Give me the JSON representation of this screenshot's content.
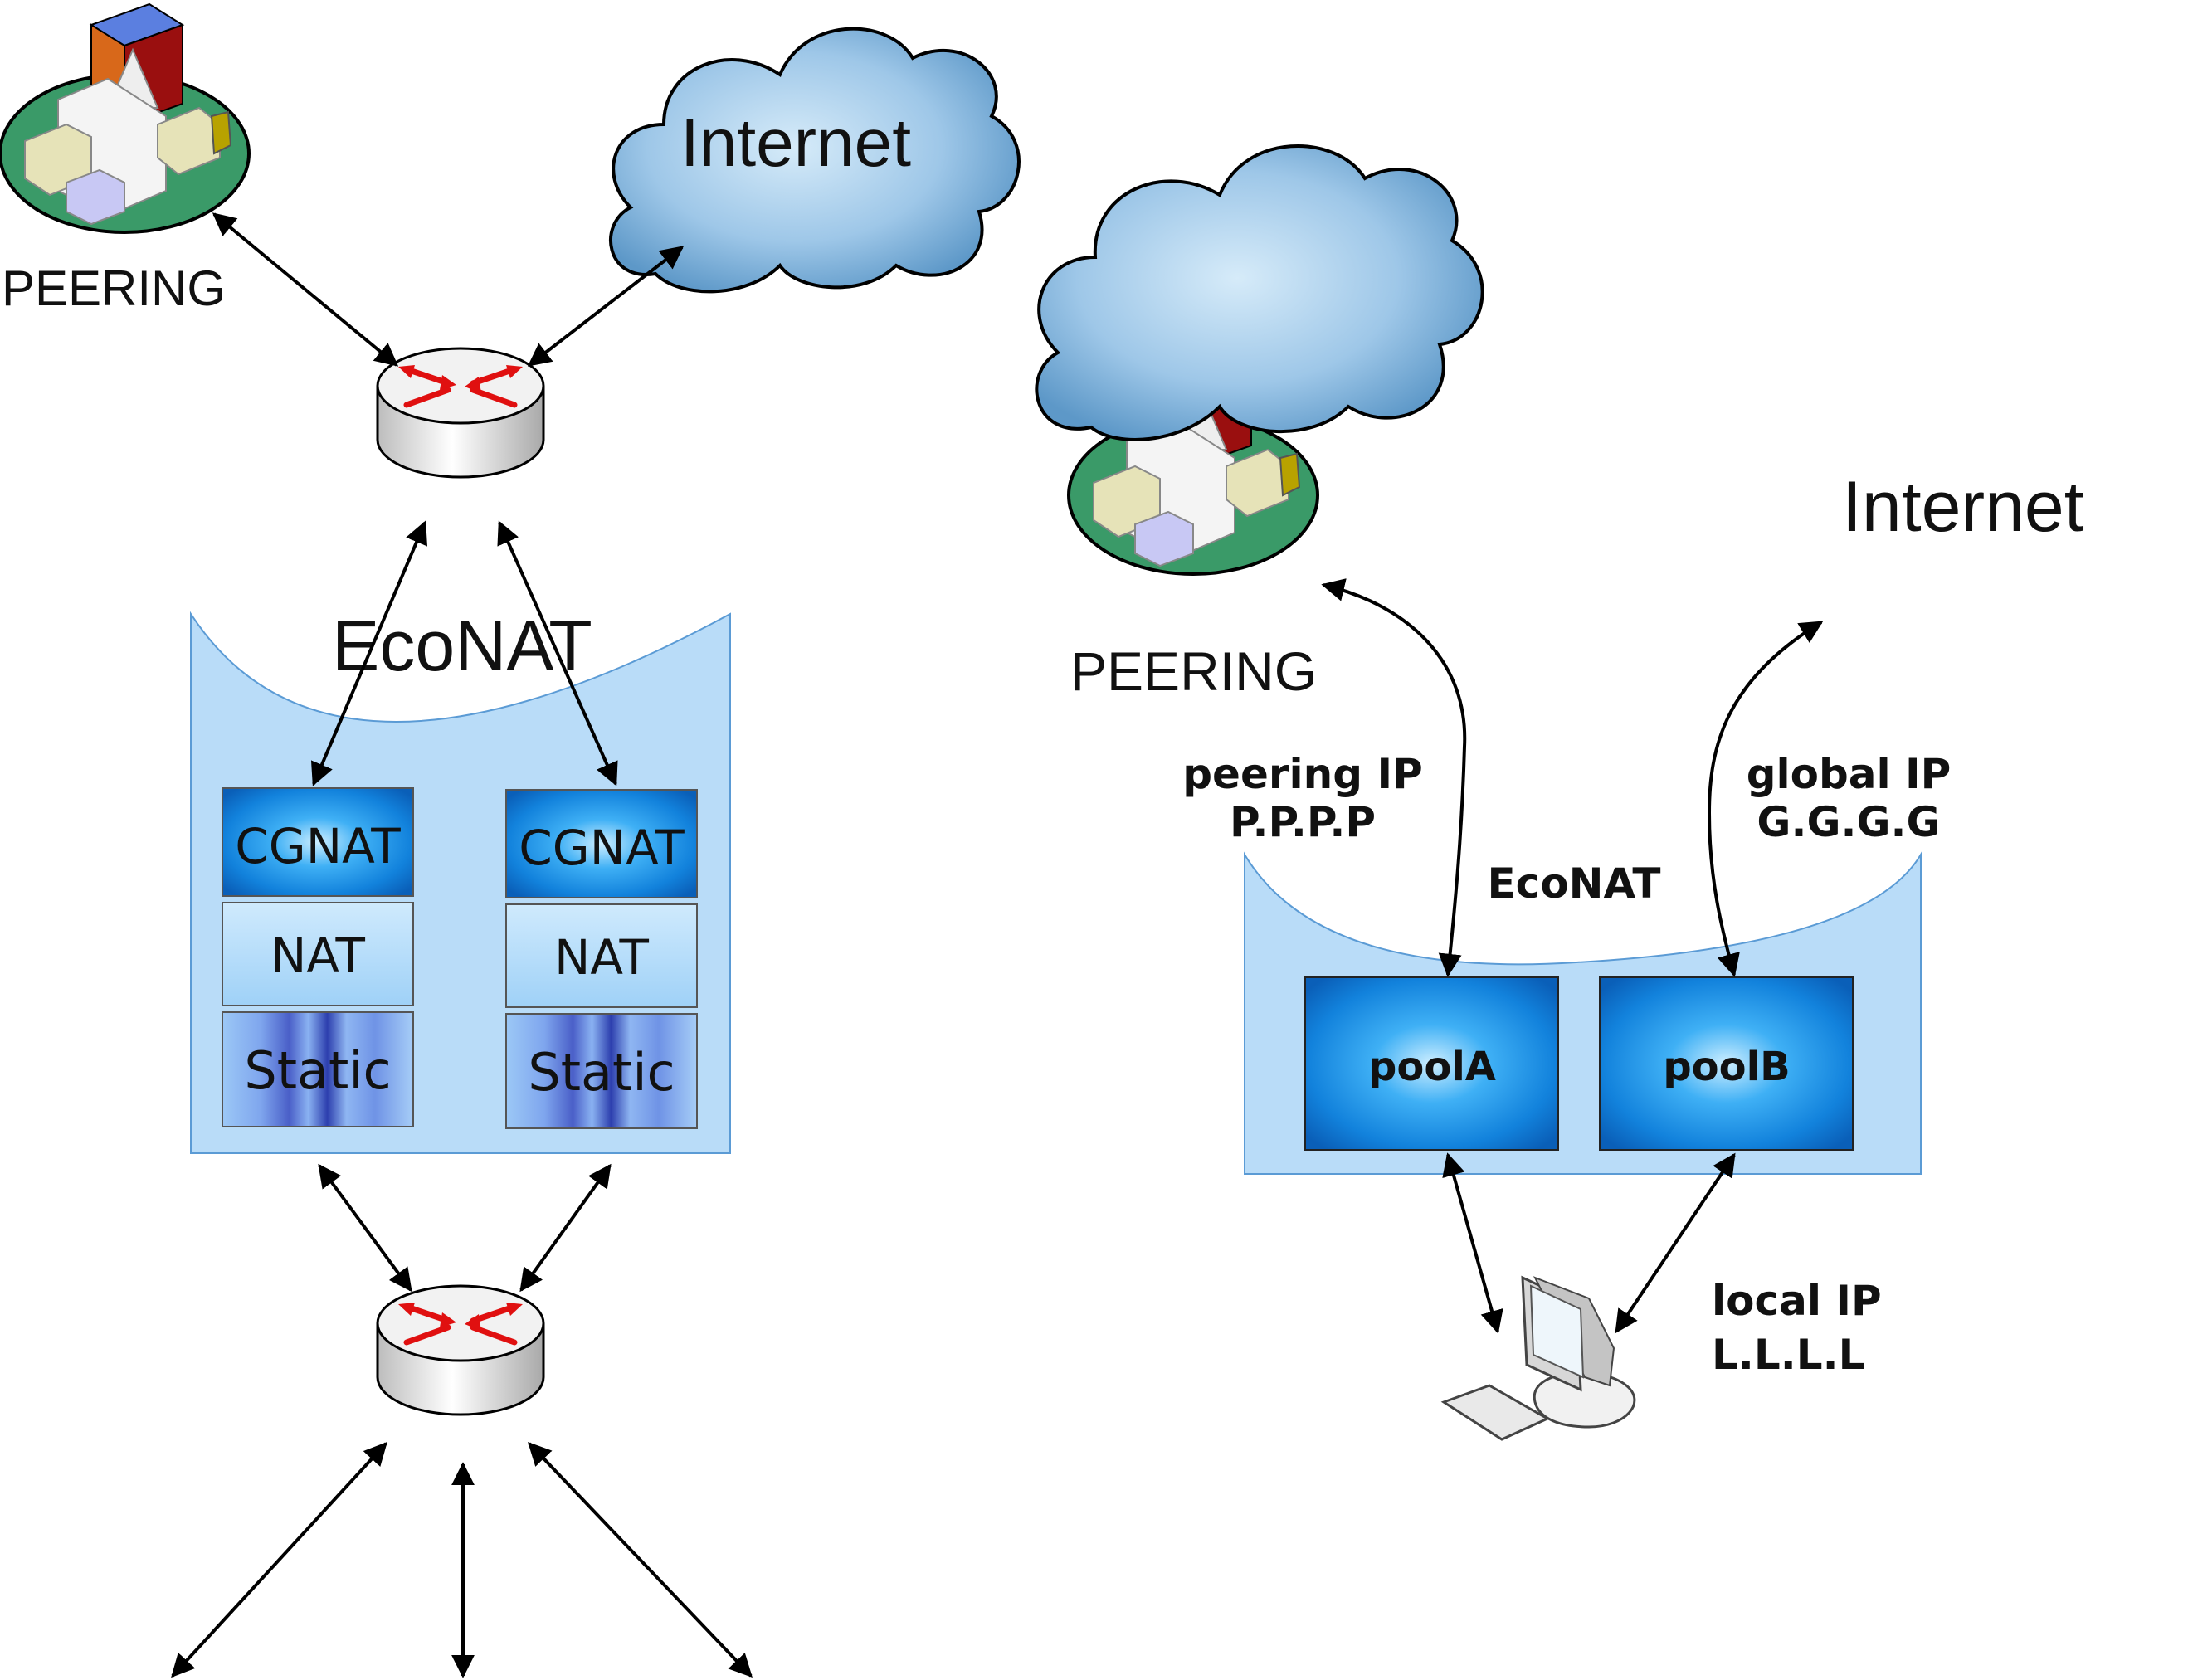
{
  "left": {
    "peering": "PEERING",
    "internet": "Internet",
    "econat": "EcoNAT",
    "stacks": [
      {
        "cgnat": "CGNAT",
        "nat": "NAT",
        "static": "Static"
      },
      {
        "cgnat": "CGNAT",
        "nat": "NAT",
        "static": "Static"
      }
    ]
  },
  "right": {
    "peering": "PEERING",
    "internet": "Internet",
    "econat": "EcoNAT",
    "peering_ip_label": "peering IP",
    "peering_ip_value": "P.P.P.P",
    "global_ip_label": "global IP",
    "global_ip_value": "G.G.G.G",
    "pool_a": "poolA",
    "pool_b": "poolB",
    "local_ip_label": "local IP",
    "local_ip_value": "L.L.L.L"
  },
  "colors": {
    "container": "#b9dcf8",
    "box_blue": "#1b8fe3",
    "box_light": "#a6d6fa",
    "arrow": "#000000",
    "router_arrow": "#e01010"
  }
}
